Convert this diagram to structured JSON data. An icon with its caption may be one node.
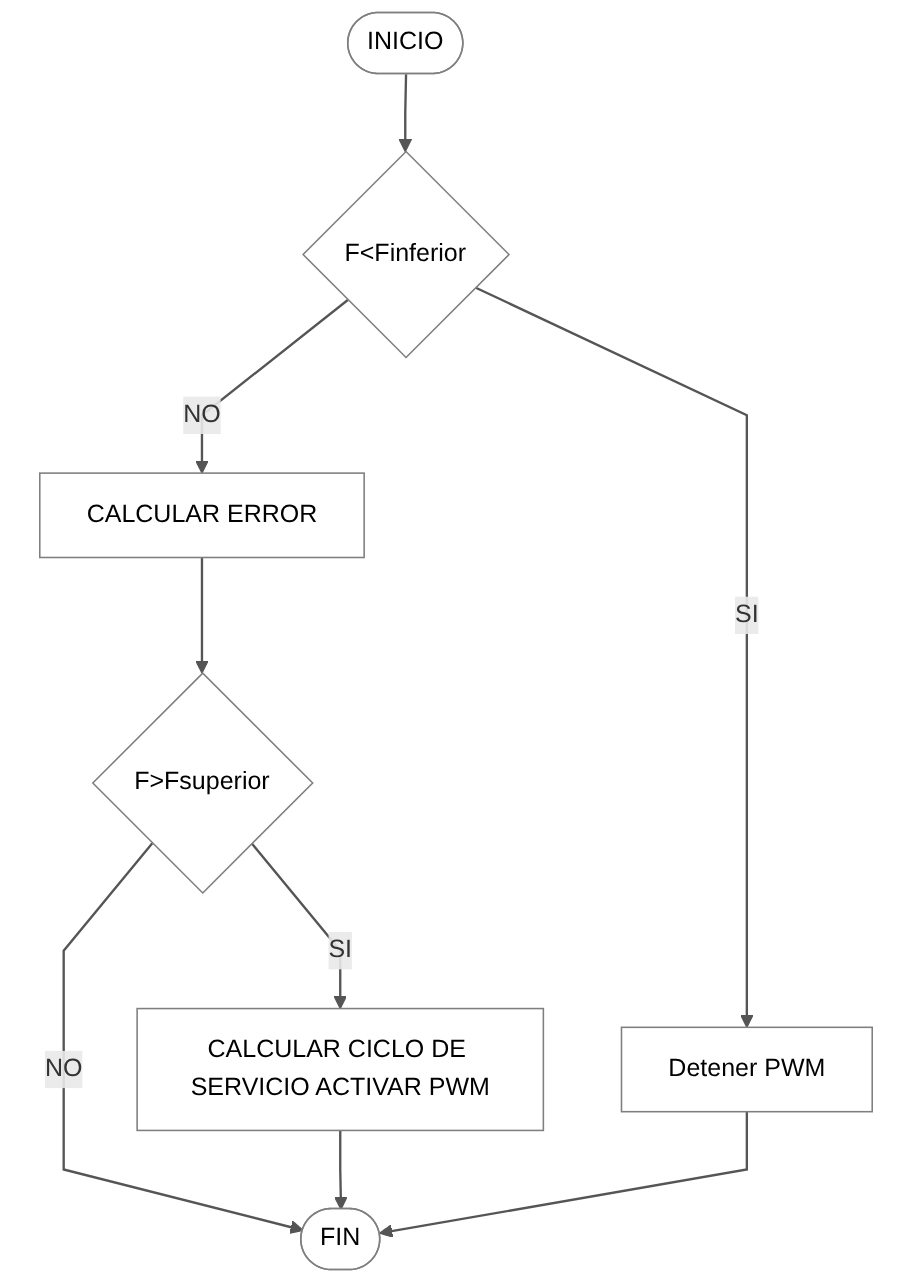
{
  "diagram": {
    "nodes": [
      {
        "text": [
          "INICIO"
        ]
      },
      {
        "text": [
          "F<Finferior"
        ]
      },
      {
        "text": [
          "CALCULAR ERROR"
        ]
      },
      {
        "text": [
          "Detener PWM"
        ]
      },
      {
        "text": [
          "F>Fsuperior"
        ]
      },
      {
        "text": [
          "CALCULAR CICLO DE SERVICIO ACTIVAR PWM"
        ]
      },
      {
        "text": [
          "FIN"
        ]
      }
    ],
    "edges": [
      {
        "from": 0,
        "to": 1,
        "arrow": "to"
      },
      {
        "from": 1,
        "to": 2,
        "arrow": "to",
        "label": "NO"
      },
      {
        "from": 1,
        "to": 3,
        "arrow": "to",
        "label": "SI"
      },
      {
        "from": 2,
        "to": 4,
        "arrow": "to"
      },
      {
        "from": 4,
        "to": 6,
        "arrow": "to",
        "label": "NO"
      },
      {
        "from": 3,
        "to": 6,
        "arrow": "to"
      },
      {
        "from": 4,
        "to": 5,
        "arrow": "to",
        "label": "SI"
      },
      {
        "from": 5,
        "to": 6,
        "arrow": "to"
      }
    ]
  }
}
